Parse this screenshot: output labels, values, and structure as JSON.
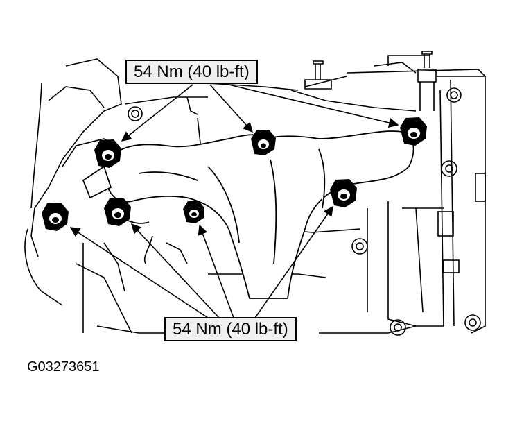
{
  "callouts": {
    "top_torque": "54 Nm (40 lb-ft)",
    "bottom_torque": "54 Nm (40 lb-ft)"
  },
  "figure_id": "G03273651",
  "colors": {
    "line": "#000000",
    "callout_fill": "#f0f0f0",
    "bolt": "#000000"
  }
}
